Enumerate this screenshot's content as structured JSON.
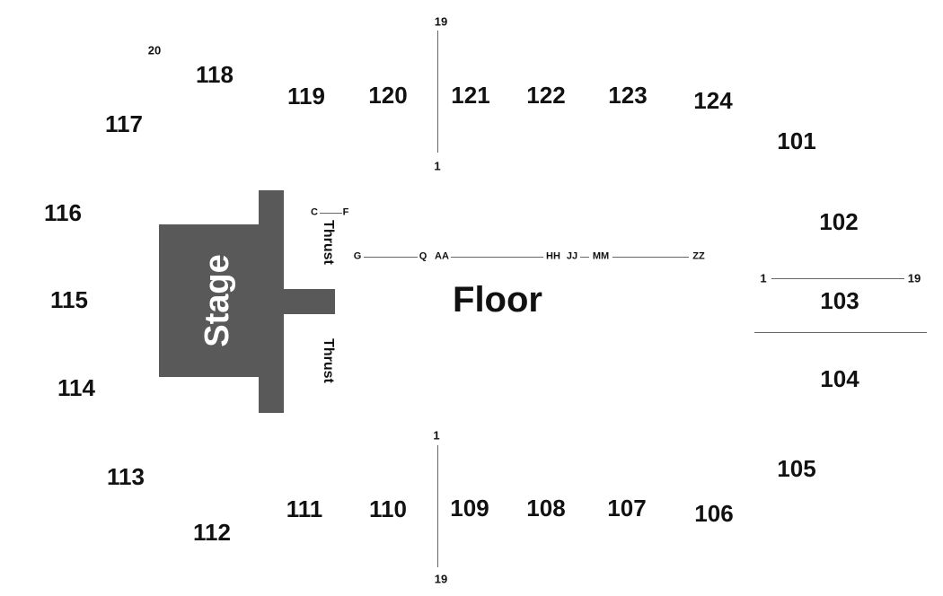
{
  "colors": {
    "stage_fill": "#595959",
    "line": "#666666",
    "text": "#111111",
    "background": "#ffffff"
  },
  "stage": {
    "label": "Stage"
  },
  "thrust": {
    "upper_label": "Thrust",
    "lower_label": "Thrust"
  },
  "floor": {
    "label": "Floor"
  },
  "sections": {
    "s101": "101",
    "s102": "102",
    "s103": "103",
    "s104": "104",
    "s105": "105",
    "s106": "106",
    "s107": "107",
    "s108": "108",
    "s109": "109",
    "s110": "110",
    "s111": "111",
    "s112": "112",
    "s113": "113",
    "s114": "114",
    "s115": "115",
    "s116": "116",
    "s117": "117",
    "s118": "118",
    "s119": "119",
    "s120": "120",
    "s121": "121",
    "s122": "122",
    "s123": "123",
    "s124": "124"
  },
  "seat_markers": {
    "top_start": "1",
    "top_end": "19",
    "bottom_start": "1",
    "bottom_end": "19",
    "right_start": "1",
    "right_end": "19",
    "corner": "20"
  },
  "thrust_rows": {
    "first": "C",
    "last": "F"
  },
  "floor_rows": [
    "G",
    "Q",
    "AA",
    "HH",
    "JJ",
    "MM",
    "ZZ"
  ]
}
